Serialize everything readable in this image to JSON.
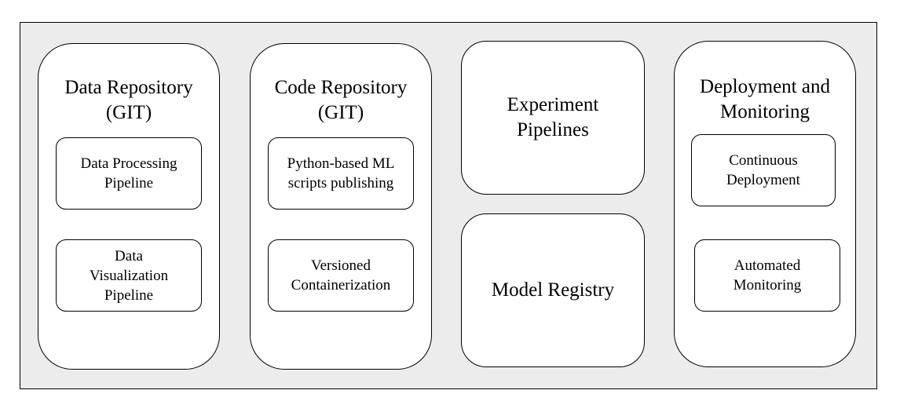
{
  "diagram": {
    "data_repository": {
      "title": "Data Repository\n(GIT)",
      "items": [
        "Data Processing\nPipeline",
        "Data\nVisualization\nPipeline"
      ]
    },
    "code_repository": {
      "title": "Code Repository\n(GIT)",
      "items": [
        "Python-based ML\nscripts publishing",
        "Versioned\nContainerization"
      ]
    },
    "experiment_pipelines": {
      "title": "Experiment\nPipelines"
    },
    "model_registry": {
      "title": "Model Registry"
    },
    "deployment_monitoring": {
      "title": "Deployment and\nMonitoring",
      "items": [
        "Continuous\nDeployment",
        "Automated\nMonitoring"
      ]
    }
  }
}
